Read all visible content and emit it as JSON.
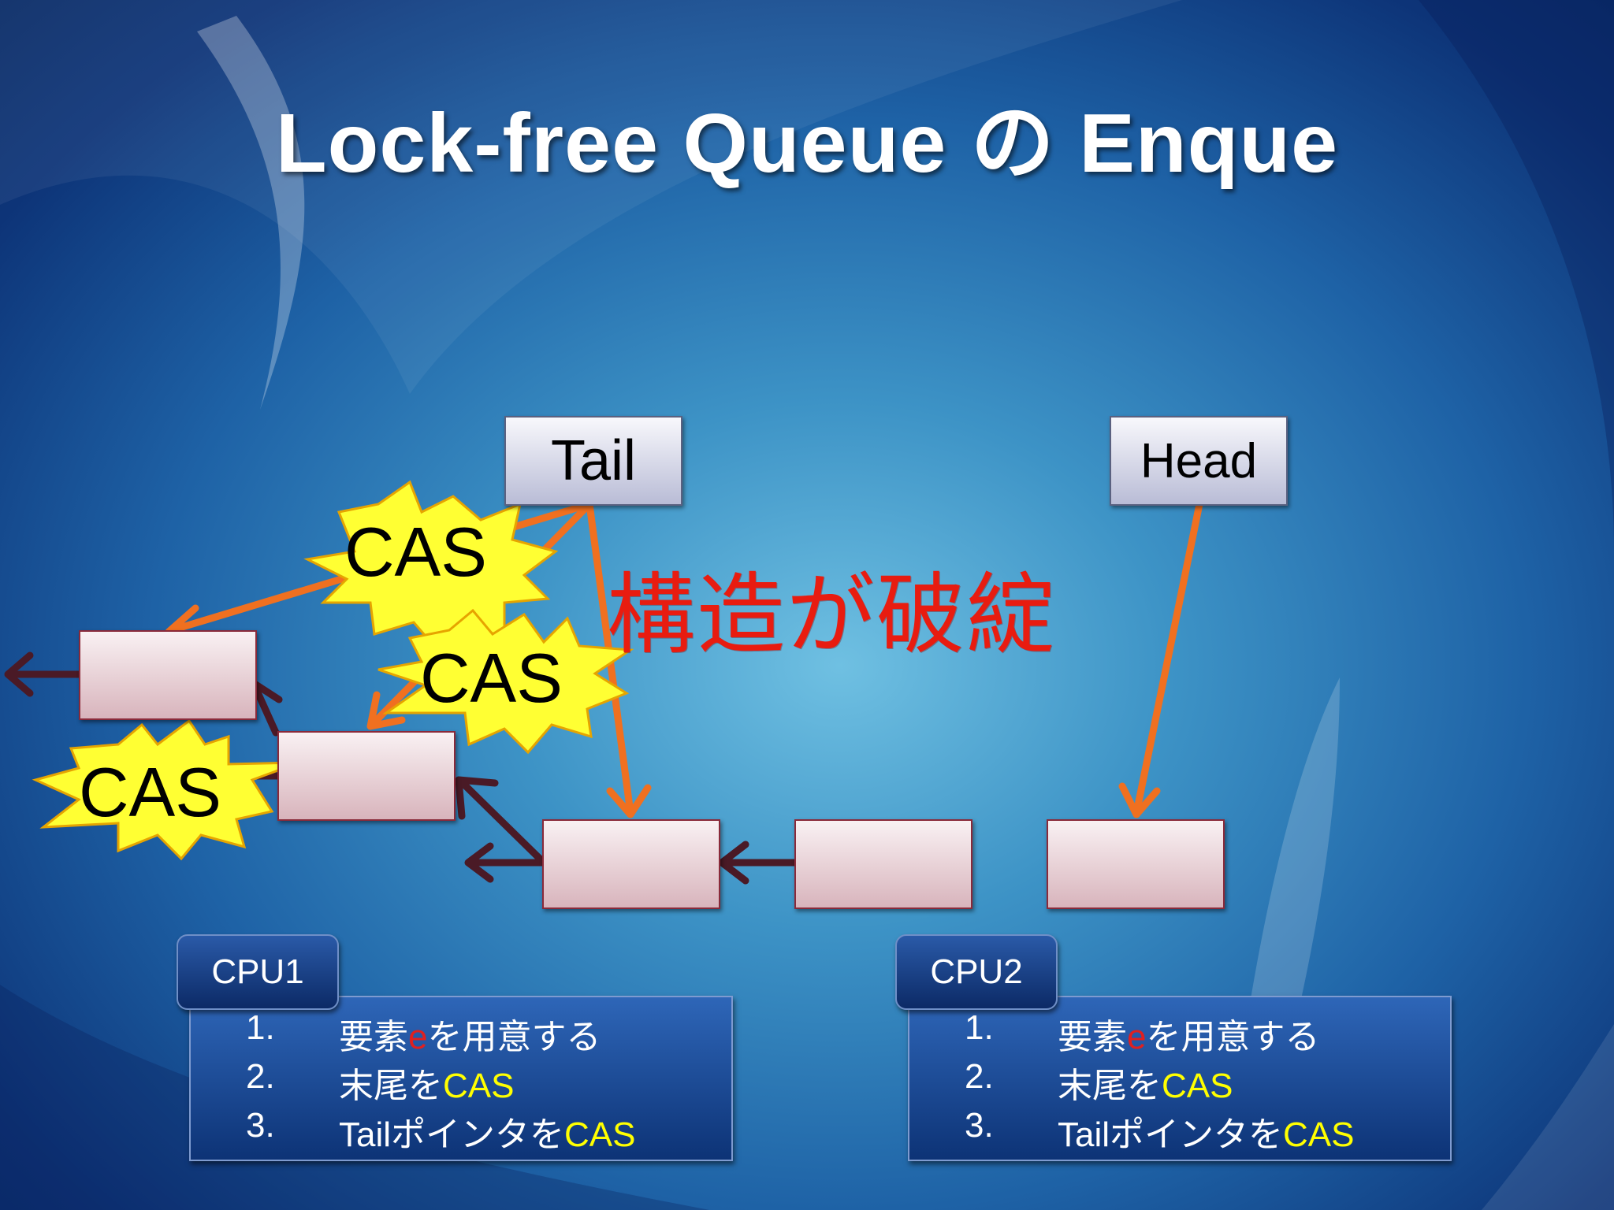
{
  "title": "Lock-free Queue の Enque",
  "pointers": {
    "tail": "Tail",
    "head": "Head"
  },
  "broken_label": "構造が破綻",
  "cas_bursts": [
    "CAS",
    "CAS",
    "CAS"
  ],
  "colors": {
    "arrow_orange": "#f07020",
    "arrow_dark": "#4a1a26",
    "burst_yellow": "#ffff33",
    "error_red": "#e81c10"
  },
  "cpus": [
    {
      "label": "CPU1",
      "steps": [
        {
          "num": "1.",
          "parts": [
            {
              "text": "要素",
              "color": "white"
            },
            {
              "text": "e",
              "color": "red"
            },
            {
              "text": "を用意する",
              "color": "white"
            }
          ]
        },
        {
          "num": "2.",
          "parts": [
            {
              "text": "末尾を",
              "color": "white"
            },
            {
              "text": "CAS",
              "color": "yellow"
            }
          ]
        },
        {
          "num": "3.",
          "parts": [
            {
              "text": "Tailポインタを",
              "color": "white"
            },
            {
              "text": "CAS",
              "color": "yellow"
            }
          ]
        }
      ]
    },
    {
      "label": "CPU2",
      "steps": [
        {
          "num": "1.",
          "parts": [
            {
              "text": "要素",
              "color": "white"
            },
            {
              "text": "e",
              "color": "red"
            },
            {
              "text": "を用意する",
              "color": "white"
            }
          ]
        },
        {
          "num": "2.",
          "parts": [
            {
              "text": "末尾を",
              "color": "white"
            },
            {
              "text": "CAS",
              "color": "yellow"
            }
          ]
        },
        {
          "num": "3.",
          "parts": [
            {
              "text": "Tailポインタを",
              "color": "white"
            },
            {
              "text": "CAS",
              "color": "yellow"
            }
          ]
        }
      ]
    }
  ]
}
